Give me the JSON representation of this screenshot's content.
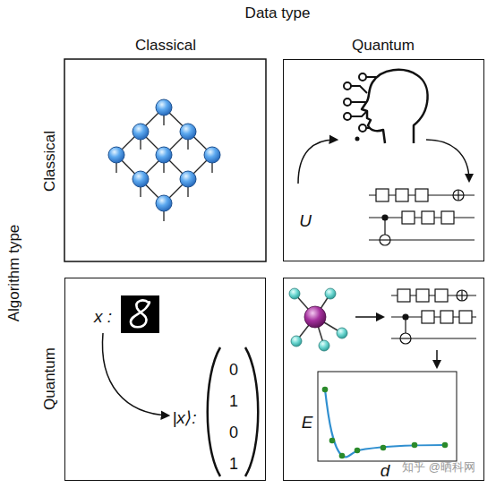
{
  "diagram": {
    "nodes": [
      {
        "text": [
          "U"
        ]
      },
      {
        "text": [
          "x :",
          "|x⟩:",
          "0",
          "1",
          "0",
          "1"
        ]
      },
      {
        "text": [
          "E",
          "d"
        ]
      }
    ],
    "labels": [
      "Data type",
      "Classical",
      "Quantum",
      "Algorithm type",
      "Classical",
      "Quantum",
      "知乎 @晒科网"
    ]
  }
}
